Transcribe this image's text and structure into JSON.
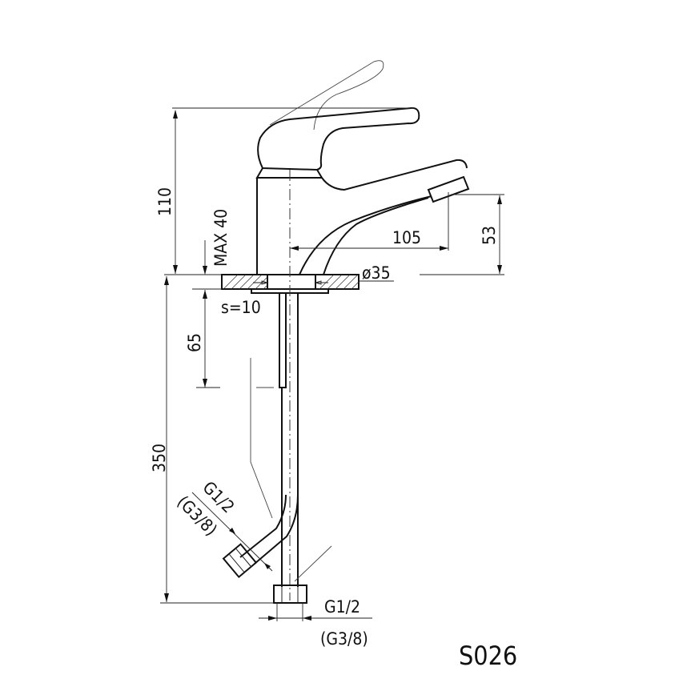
{
  "drawing": {
    "model_code": "S026",
    "subject": "single-lever basin mixer tap",
    "dimensions": {
      "total_height": "110",
      "max_deck_thickness": "MAX 40",
      "spout_reach": "105",
      "spout_height": "53",
      "body_diameter": "ø35",
      "wrench_size": "s=10",
      "stud_length": "65",
      "hose_length": "350"
    },
    "connections": {
      "side_thread": "G1/2",
      "side_thread_alt": "(G3/8)",
      "bottom_thread": "G1/2",
      "bottom_thread_alt": "(G3/8)"
    }
  }
}
